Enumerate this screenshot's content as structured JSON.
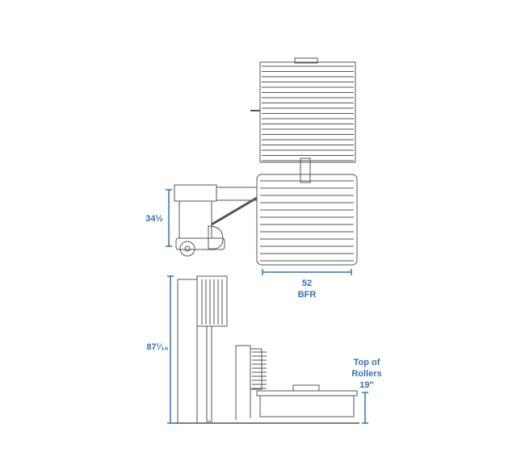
{
  "colors": {
    "dimension": "#2e74b5",
    "drawing": "#555555"
  },
  "dimensions": {
    "plan_height": "34½",
    "plan_width": "52",
    "plan_width_note": "BFR",
    "overall_height": "87¹⁄₁₆",
    "roller_label_line1": "Top of",
    "roller_label_line2": "Rollers",
    "roller_height": "19″"
  }
}
